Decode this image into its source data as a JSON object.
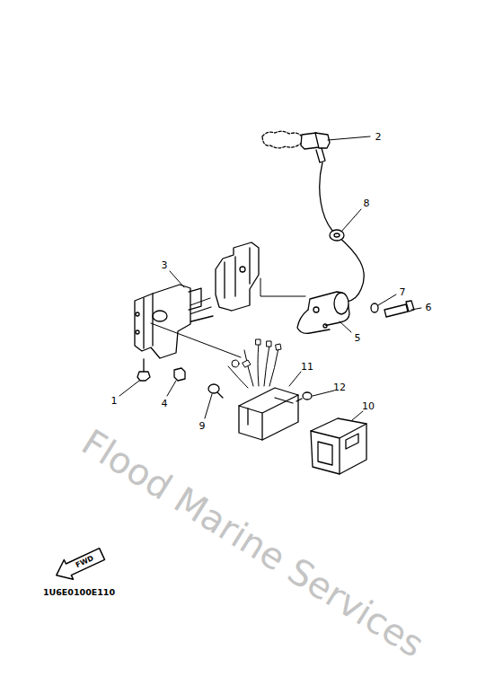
{
  "diagram": {
    "labels": [
      "2",
      "8",
      "3",
      "7",
      "6",
      "5",
      "1",
      "4",
      "9",
      "11",
      "12",
      "10",
      "FWD",
      "1U6E0100E110",
      "Flood Marine Services"
    ]
  }
}
